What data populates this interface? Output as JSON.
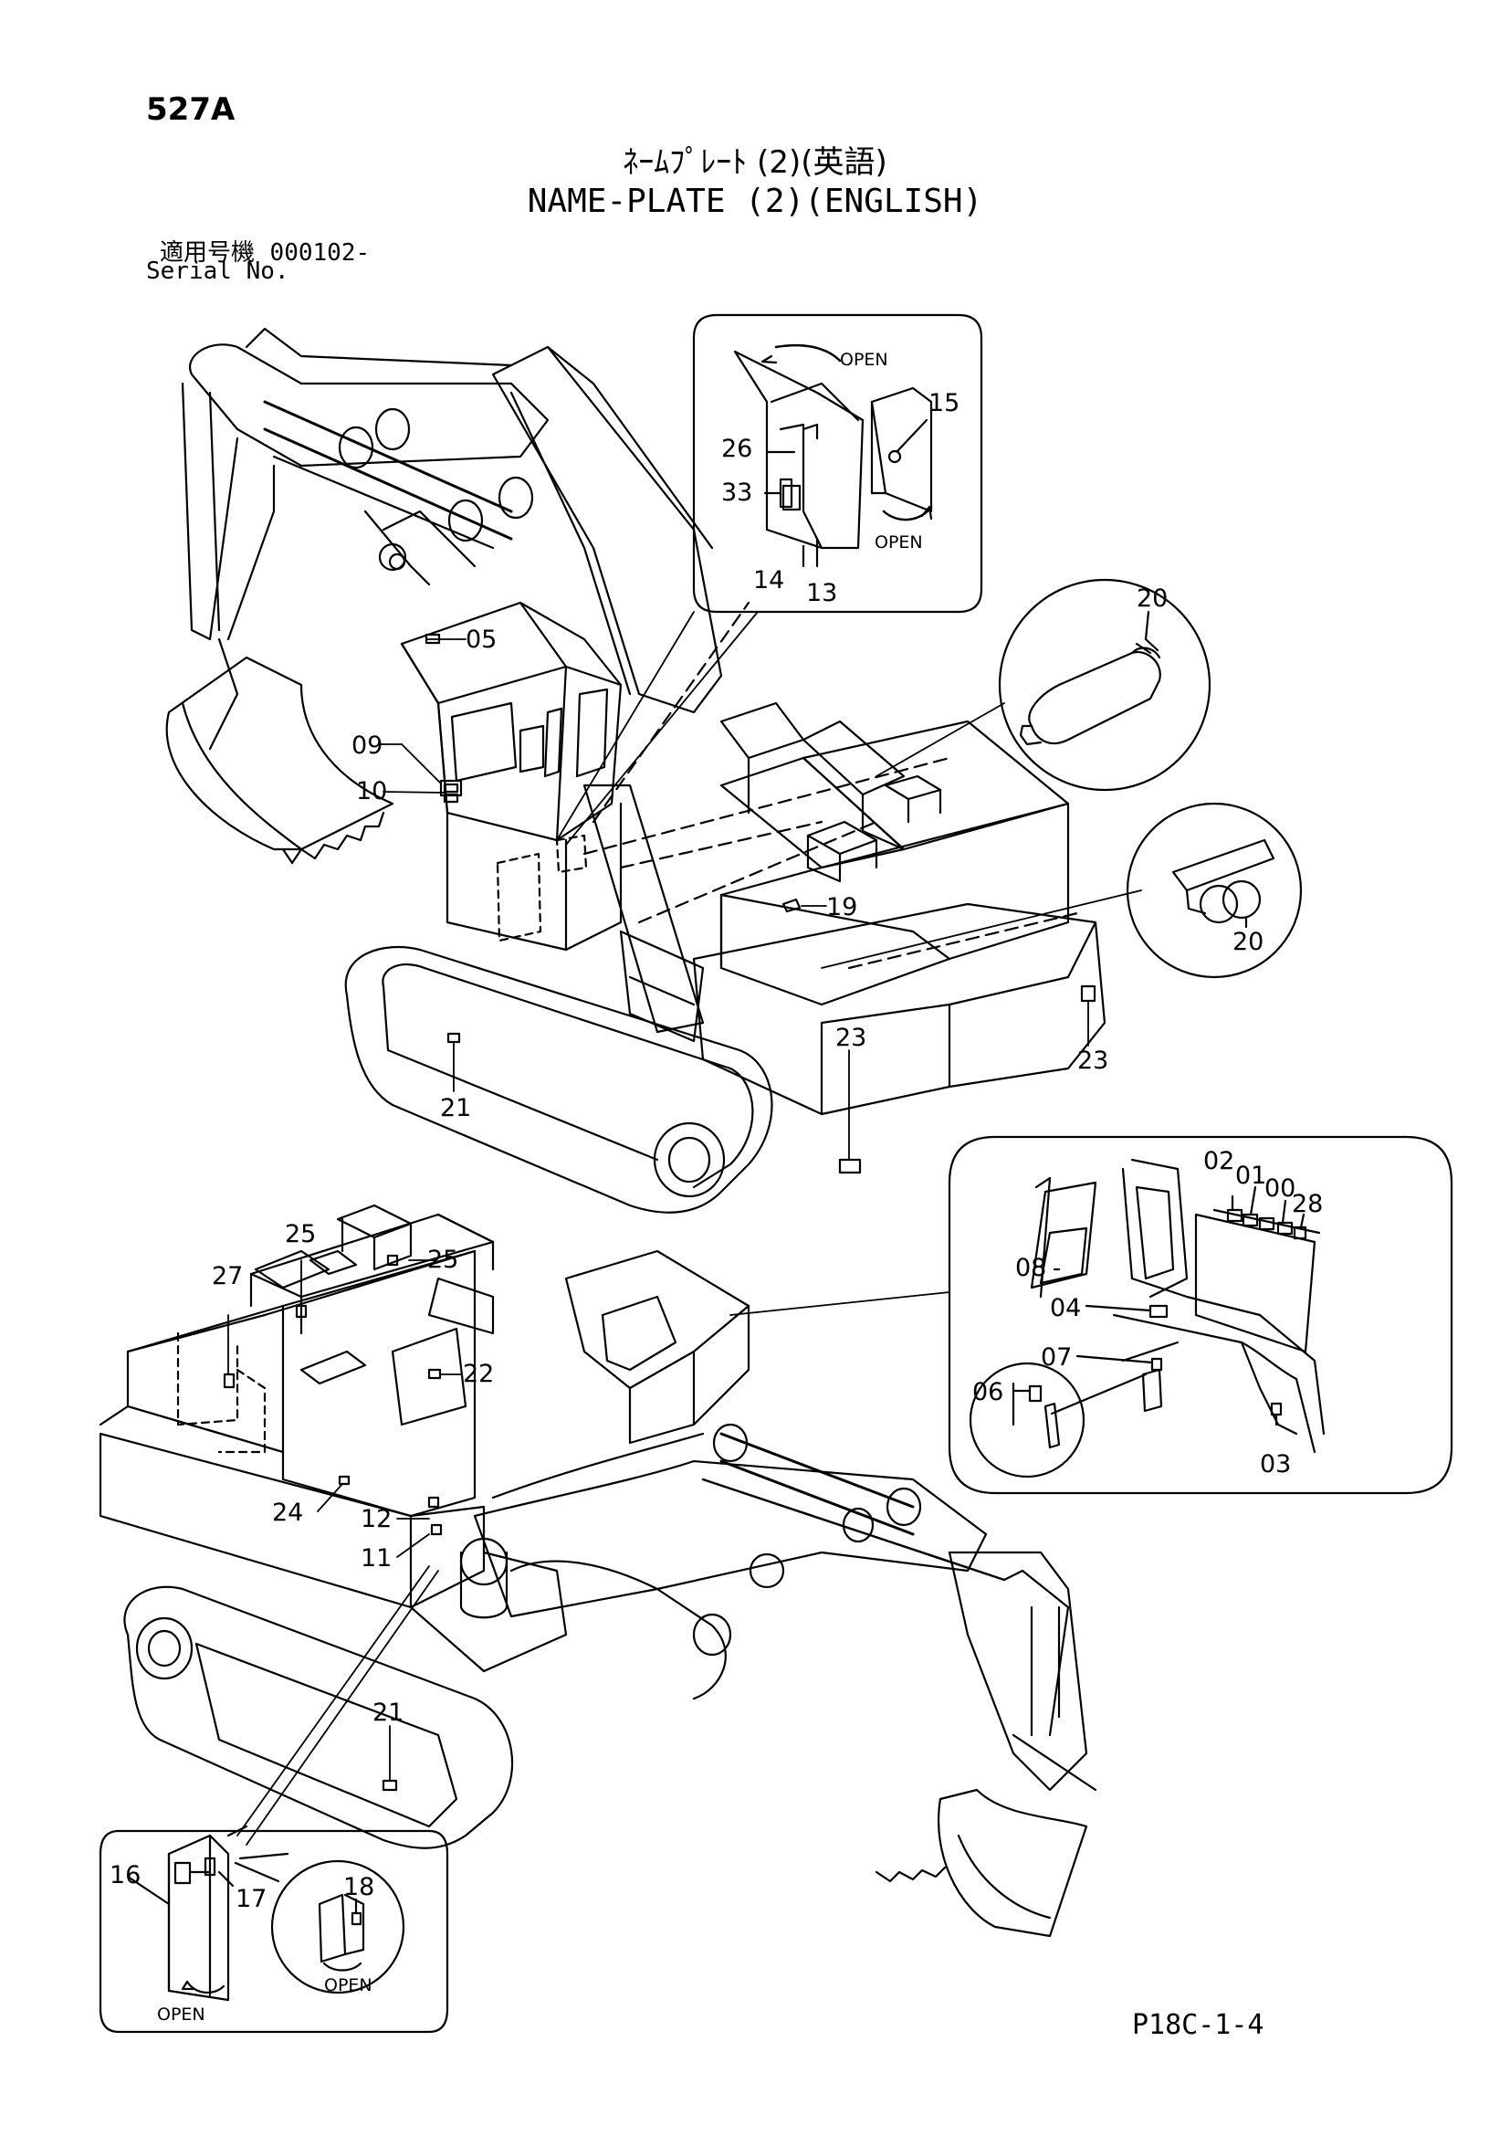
{
  "header": {
    "page_code": "527A",
    "title_jp": "ﾈｰﾑﾌﾟﾚｰﾄ (2)(英語)",
    "title_en": "NAME-PLATE (2)(ENGLISH)",
    "serial_label_jp": "適用号機",
    "serial_value": "000102-",
    "serial_label_en": "Serial No."
  },
  "footer": {
    "page_ref": "P18C-1-4"
  },
  "open_text": "OPEN",
  "callouts": {
    "c00": "00",
    "c01": "01",
    "c02": "02",
    "c03": "03",
    "c04": "04",
    "c05": "05",
    "c06": "06",
    "c07": "07",
    "c08": "08",
    "c09": "09",
    "c10": "10",
    "c11": "11",
    "c12": "12",
    "c13": "13",
    "c14": "14",
    "c15": "15",
    "c16": "16",
    "c17": "17",
    "c18": "18",
    "c19": "19",
    "c20": "20",
    "c21": "21",
    "c22": "22",
    "c23": "23",
    "c24": "24",
    "c25": "25",
    "c26": "26",
    "c27": "27",
    "c28": "28",
    "c33": "33"
  }
}
